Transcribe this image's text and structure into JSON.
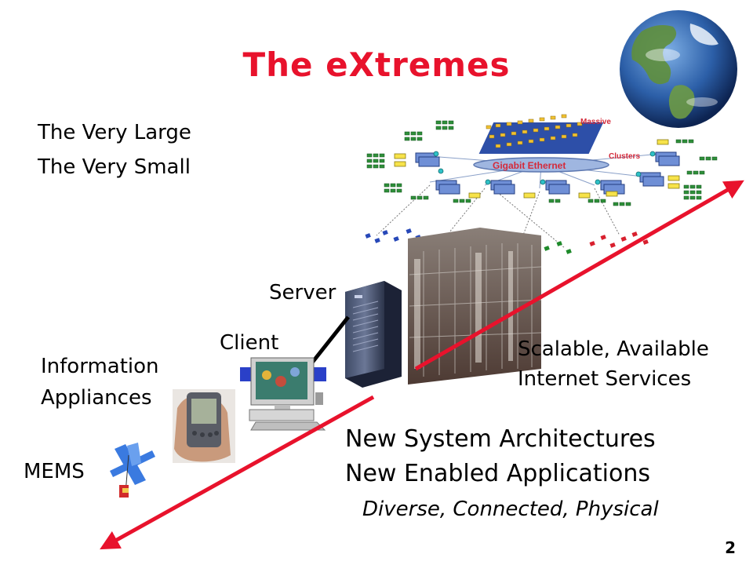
{
  "slide": {
    "title": "The eXtremes",
    "page_number": "2"
  },
  "labels": {
    "very_large": "The Very Large",
    "very_small": "The Very Small",
    "server": "Server",
    "client": "Client",
    "info_appliances_line1": "Information",
    "info_appliances_line2": "Appliances",
    "mems": "MEMS",
    "scalable_line1": "Scalable, Available",
    "scalable_line2": "Internet Services",
    "arch_line1": "New System Architectures",
    "arch_line2": "New Enabled Applications",
    "diverse": "Diverse, Connected, Physical"
  },
  "network_diagram": {
    "massive": "Massive",
    "clusters": "Clusters",
    "gigabit": "Gigabit Ethernet"
  },
  "icons": {
    "globe": "earth-globe-icon",
    "server": "server-tower-icon",
    "client": "desktop-computer-icon",
    "pda": "handheld-pda-icon",
    "mems": "mems-device-icon",
    "datacenter": "server-racks-photo"
  },
  "colors": {
    "title": "#e8122c",
    "arrow": "#e8122c"
  }
}
